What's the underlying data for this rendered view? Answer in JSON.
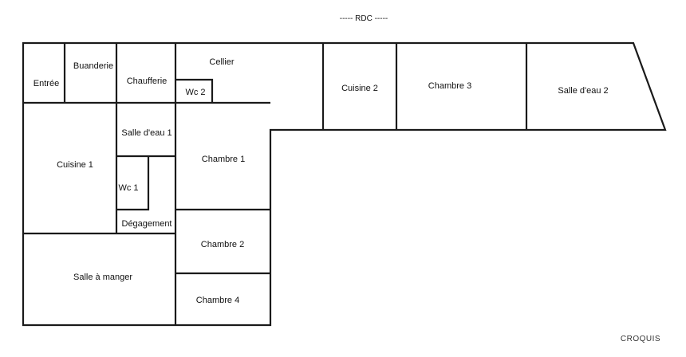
{
  "title": "----- RDC -----",
  "rooms": {
    "entree": "Entrée",
    "buanderie": "Buanderie",
    "chaufferie": "Chaufferie",
    "cellier": "Cellier",
    "wc2": "Wc 2",
    "cuisine2": "Cuisine 2",
    "chambre3": "Chambre 3",
    "salle_eau2": "Salle d'eau 2",
    "cuisine1": "Cuisine 1",
    "salle_eau1": "Salle d'eau 1",
    "wc1": "Wc 1",
    "degagement": "Dégagement",
    "chambre1": "Chambre 1",
    "chambre2": "Chambre 2",
    "salle_manger": "Salle à manger",
    "chambre4": "Chambre 4"
  },
  "footer": "CROQUIS"
}
